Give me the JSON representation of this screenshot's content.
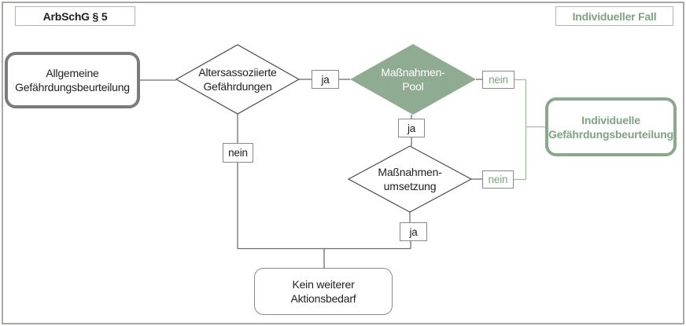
{
  "header": {
    "law_label": "ArbSchG § 5",
    "case_label": "Individueller Fall"
  },
  "flowchart": {
    "nodes": {
      "allgemeine": {
        "line1": "Allgemeine",
        "line2": "Gefährdungsbeurteilung"
      },
      "alters": {
        "line1": "Altersassoziierte",
        "line2": "Gefährdungen"
      },
      "pool": {
        "line1": "Maßnahmen-",
        "line2": "Pool"
      },
      "umsetzung": {
        "line1": "Maßnahmen-",
        "line2": "umsetzung"
      },
      "individuelle": {
        "line1": "Individuelle",
        "line2": "Gefährdungsbeurteilung"
      },
      "kein_aktionsbedarf": {
        "line1": "Kein weiterer",
        "line2": "Aktionsbedarf"
      }
    },
    "edge_labels": {
      "alters_ja": "ja",
      "alters_nein": "nein",
      "pool_ja": "ja",
      "pool_nein": "nein",
      "umsetzung_ja": "ja",
      "umsetzung_nein": "nein"
    }
  },
  "colors": {
    "green_fill": "#8fac92",
    "green_border": "#8aa98c",
    "green_text": "#7ea381",
    "green_line": "#9ebb9f",
    "line_gray": "#6e6e6e",
    "thick_border_gray": "#7b7b7b",
    "box_border_gray": "#8a8a8a",
    "frame_gray": "#a4a9a2",
    "dark_text": "#1f1f1f"
  }
}
